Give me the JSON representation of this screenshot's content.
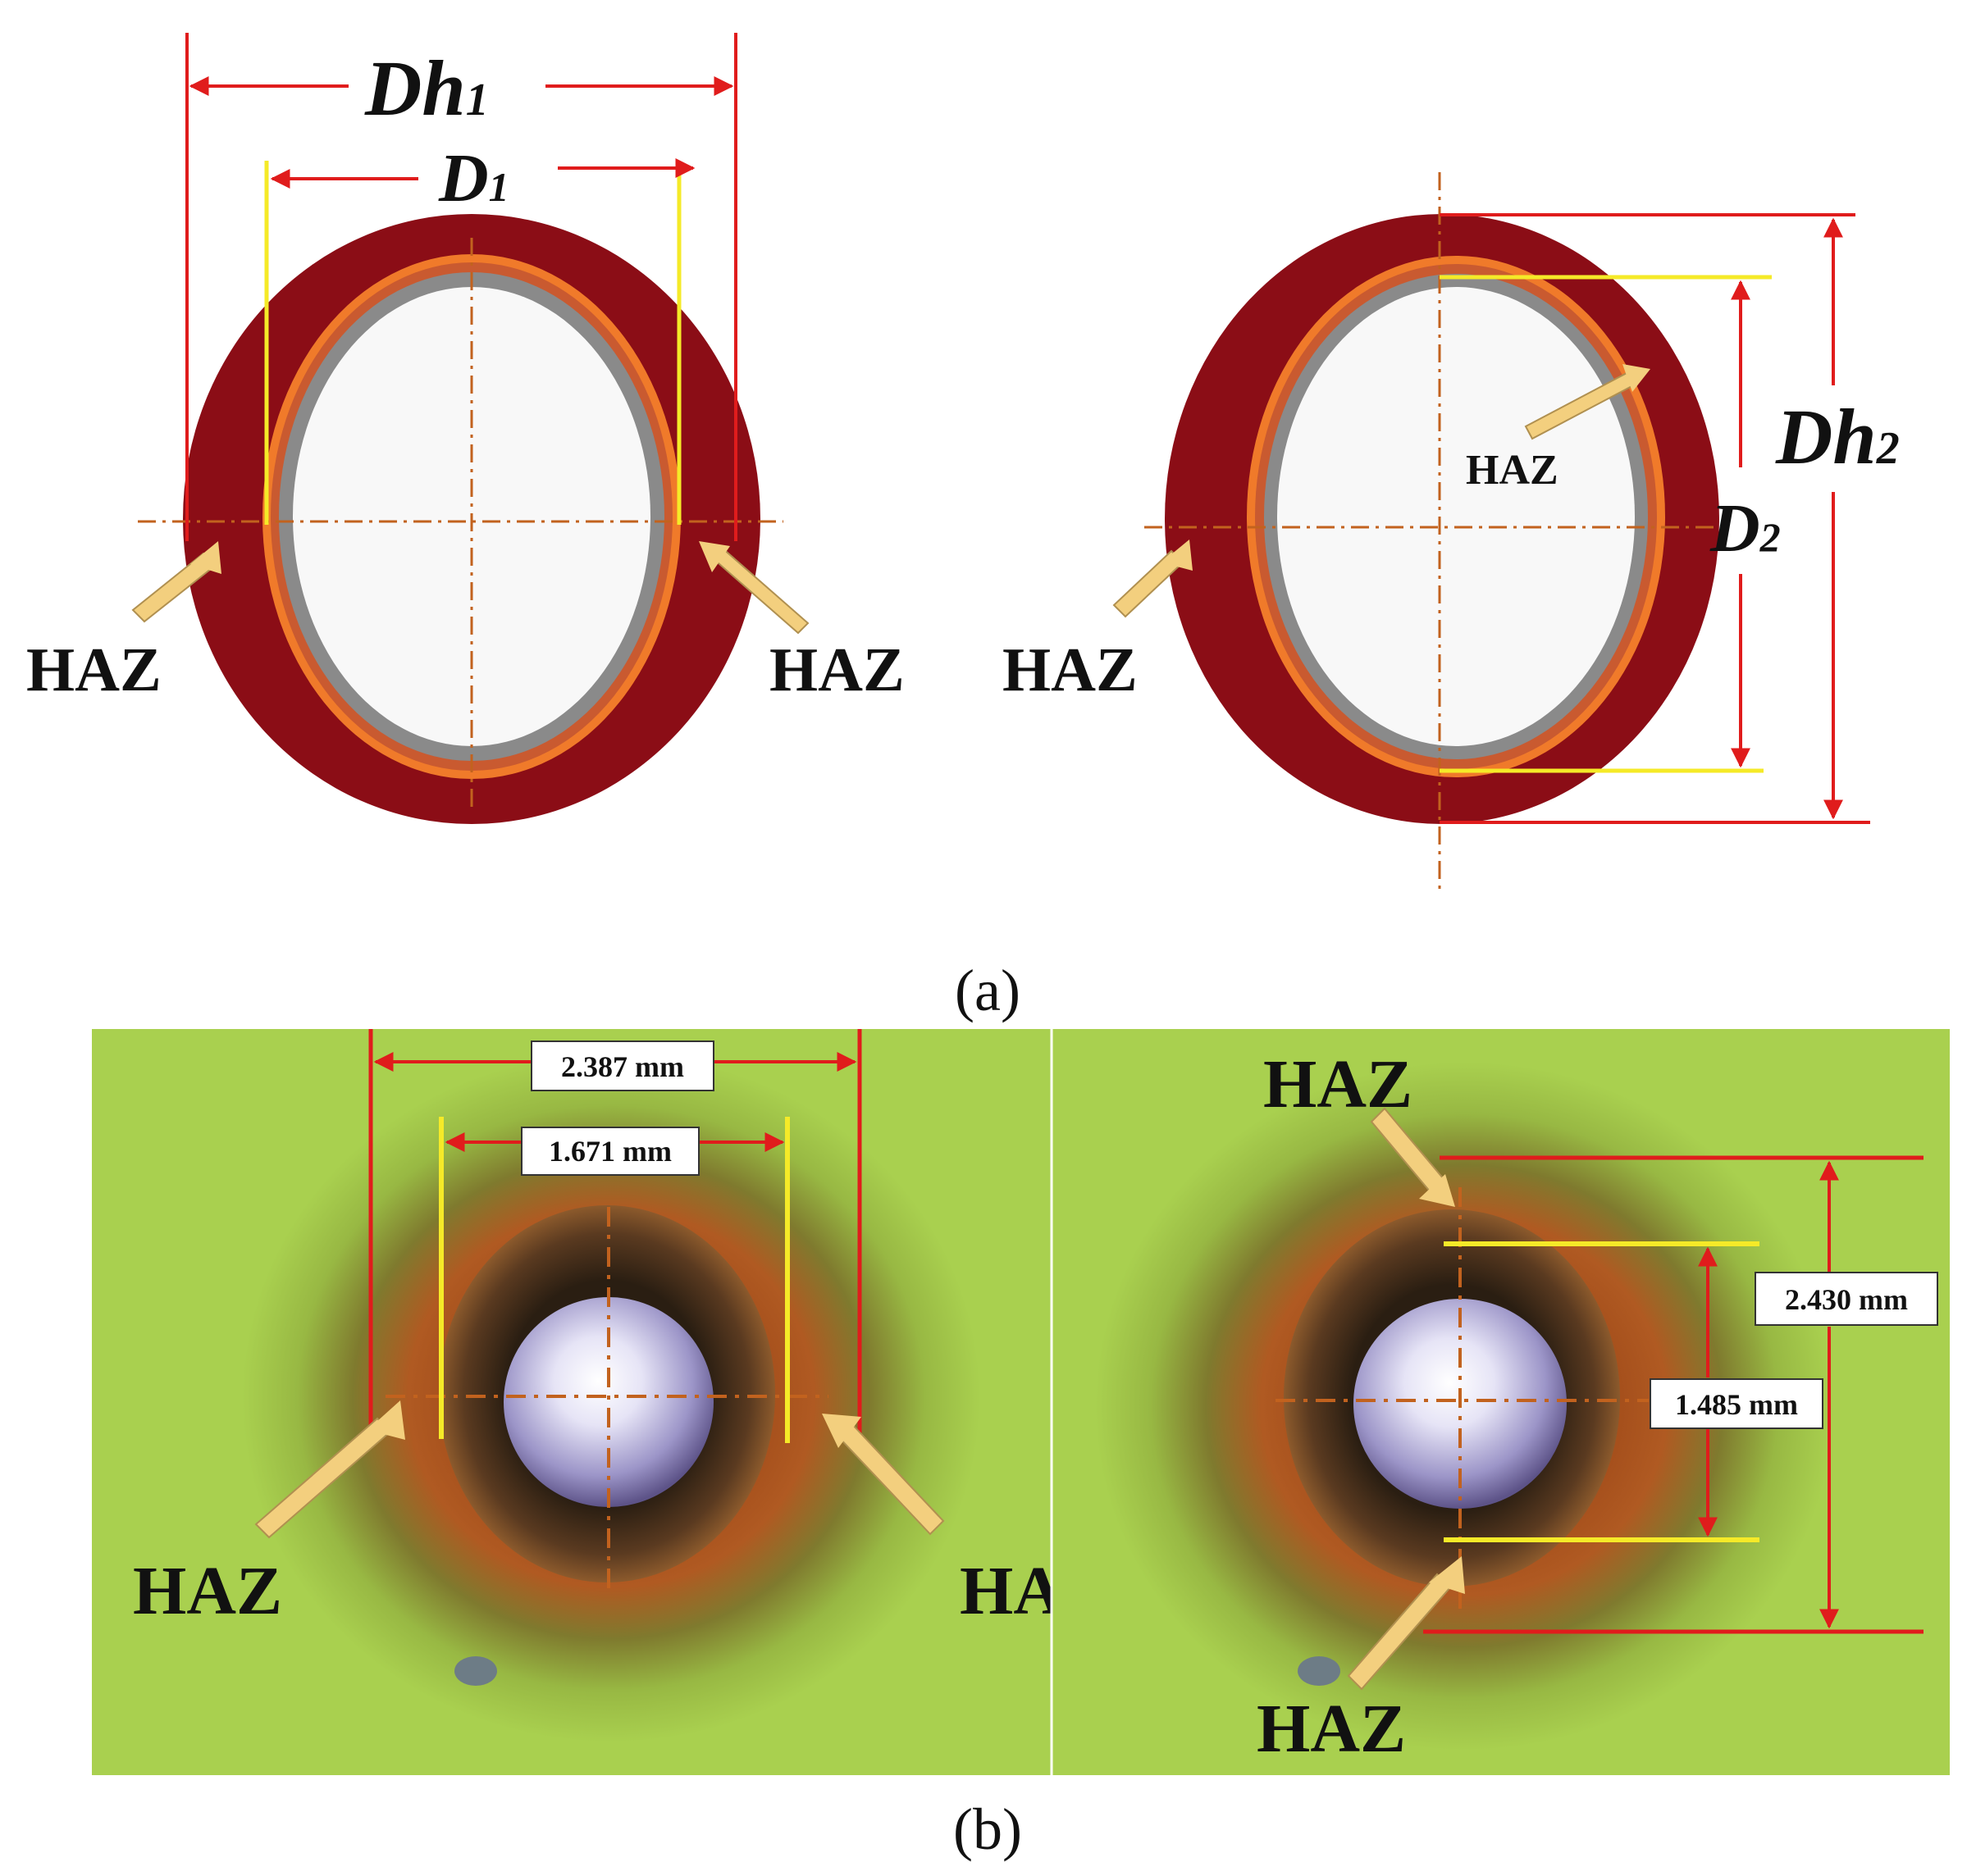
{
  "colors": {
    "ring_dark_red": "#8b0d16",
    "inner_orange": "#f07a2a",
    "inner_gray": "#8a8a8a",
    "dim_red": "#e01c1c",
    "dim_yellow": "#f5ea28",
    "centerline": "#c2621e",
    "arrow_fill": "#f3cf7e",
    "photo_green": "#a9d04f"
  },
  "panel_a": {
    "caption": "(a)",
    "left": {
      "outer_label_main": "Dh",
      "outer_label_sub": "1",
      "inner_label_main": "D",
      "inner_label_sub": "1",
      "haz_left": "HAZ",
      "haz_right": "HAZ"
    },
    "right": {
      "outer_label_main": "Dh",
      "outer_label_sub": "2",
      "inner_label_main": "D",
      "inner_label_sub": "2",
      "haz_inner": "HAZ",
      "haz_left": "HAZ"
    }
  },
  "panel_b": {
    "caption": "(b)",
    "left": {
      "outer_measure": "2.387 mm",
      "inner_measure": "1.671 mm",
      "haz_left": "HAZ",
      "haz_right": "HAZ"
    },
    "right": {
      "outer_measure": "2.430 mm",
      "inner_measure": "1.485 mm",
      "haz_top": "HAZ",
      "haz_bottom": "HAZ"
    }
  }
}
